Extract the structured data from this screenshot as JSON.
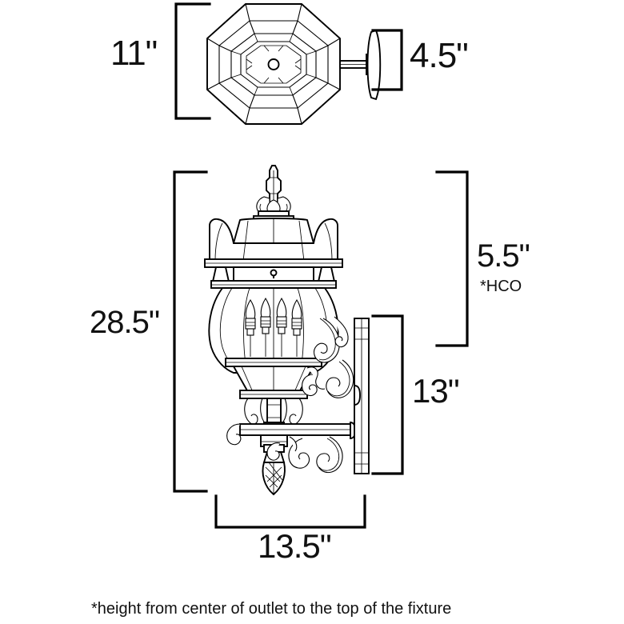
{
  "drawing": {
    "title": "Outdoor Wall Lantern Dimension Drawing",
    "units": "inches",
    "footnote": "*height from center of outlet to the top of the fixture"
  },
  "dimensions": {
    "top_view_width": "11\"",
    "top_view_depth": "4.5\"",
    "overall_height": "28.5\"",
    "height_from_center_of_outlet": "5.5\"",
    "hco_note": "*HCO",
    "backplate_height": "13\"",
    "extension_width": "13.5\""
  },
  "views": {
    "top": {
      "name": "top-view",
      "shape": "octagon",
      "width_label": "11\"",
      "depth_label": "4.5\""
    },
    "side": {
      "name": "side-elevation",
      "height_label": "28.5\"",
      "width_label": "13.5\"",
      "backplate_label": "13\"",
      "hco_label": "5.5\""
    }
  },
  "fixture": {
    "finial_top": "top-finial",
    "crown": "lantern-crown",
    "globe": "glass-globe",
    "bulb_count": 4,
    "bulb_type": "candelabra-flame",
    "bracket": "scrollwork-wall-bracket",
    "backplate": "wall-mount-backplate",
    "finial_bottom": "bottom-finial"
  },
  "colors": {
    "line": "#000000",
    "background": "#ffffff",
    "text": "#111111"
  }
}
